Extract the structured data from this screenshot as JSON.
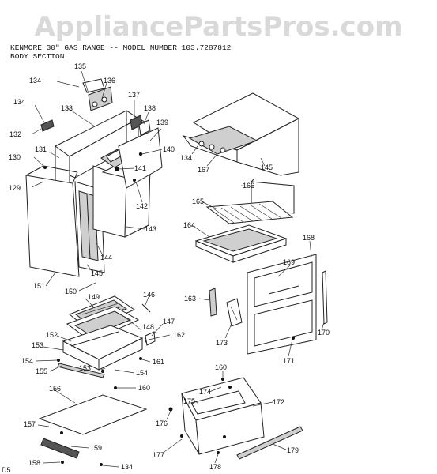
{
  "watermark": "AppliancePartsPros.com",
  "header": {
    "line1": "KENMORE 30\" GAS RANGE -- MODEL NUMBER",
    "model": "103.7287812",
    "line2": "BODY SECTION"
  },
  "corner_label": "D5",
  "parts": {
    "p129": "129",
    "p130": "130",
    "p131": "131",
    "p132": "132",
    "p133": "133",
    "p134a": "134",
    "p134b": "134",
    "p134c": "134",
    "p134d": "134",
    "p135": "135",
    "p136": "136",
    "p137": "137",
    "p138": "138",
    "p139": "139",
    "p140": "140",
    "p141": "141",
    "p142": "142",
    "p143": "143",
    "p144": "144",
    "p145a": "145",
    "p145b": "145",
    "p146": "146",
    "p147": "147",
    "p148": "148",
    "p149": "149",
    "p150": "150",
    "p151": "151",
    "p152": "152",
    "p153a": "153",
    "p153b": "153",
    "p154a": "154",
    "p154b": "154",
    "p155": "155",
    "p156": "156",
    "p157": "157",
    "p158": "158",
    "p159": "159",
    "p160a": "160",
    "p160b": "160",
    "p161": "161",
    "p162": "162",
    "p163": "163",
    "p164": "164",
    "p165": "165",
    "p166": "166",
    "p167": "167",
    "p168": "168",
    "p169": "169",
    "p170": "170",
    "p171": "171",
    "p172": "172",
    "p173": "173",
    "p174": "174",
    "p175": "175",
    "p176": "176",
    "p177": "177",
    "p178": "178",
    "p179": "179"
  }
}
